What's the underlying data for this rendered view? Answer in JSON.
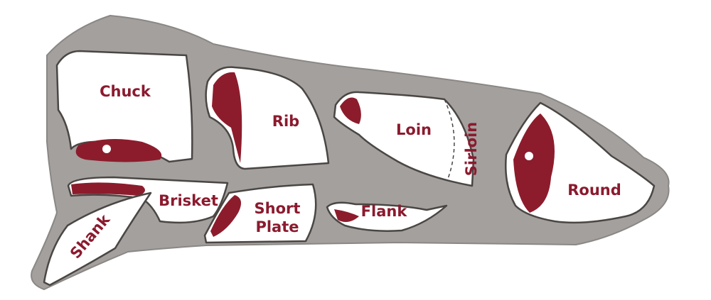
{
  "title": "Beef cuts diagram",
  "colors": {
    "body": "#a3a09e",
    "label": "#8b1a2e",
    "meat": "#8c1c2c"
  },
  "cuts": {
    "chuck": "Chuck",
    "rib": "Rib",
    "loin": "Loin",
    "sirloin": "Sirloin",
    "round": "Round",
    "brisket": "Brisket",
    "short_plate_1": "Short",
    "short_plate_2": "Plate",
    "flank": "Flank",
    "shank": "Shank"
  }
}
